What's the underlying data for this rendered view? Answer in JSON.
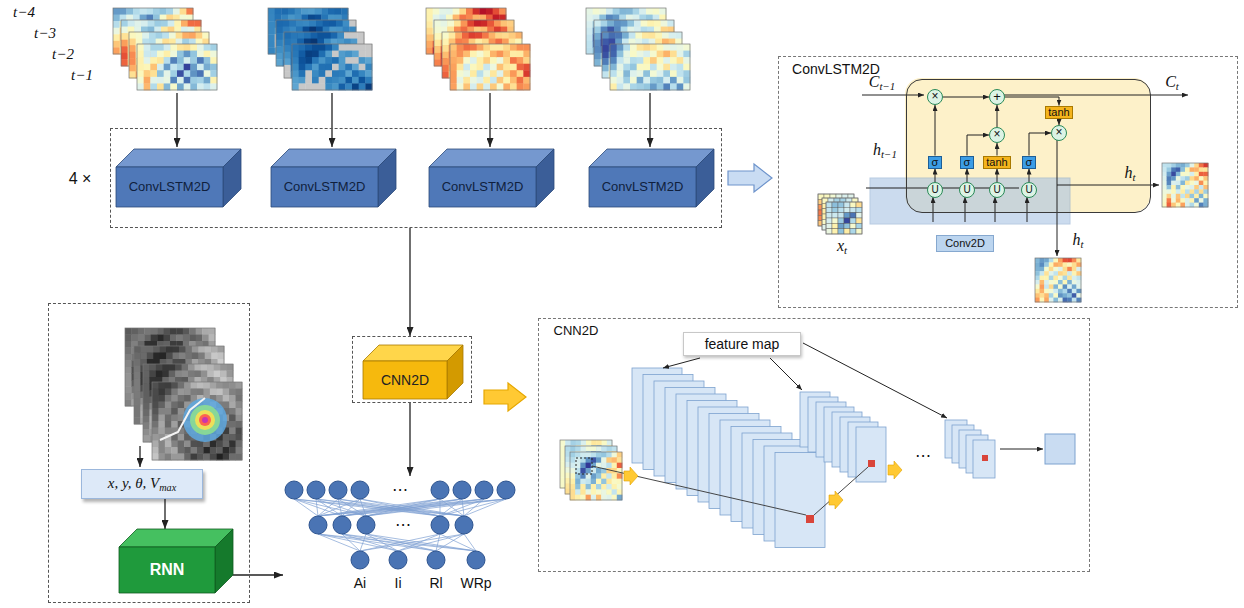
{
  "diagram": {
    "nodes": [
      {
        "text": [
          "4 ×"
        ]
      },
      {
        "text": [
          "ConvLSTM2D"
        ],
        "in": 0
      },
      {
        "text": [
          "ConvLSTM2D"
        ],
        "in": 0
      },
      {
        "text": [
          "ConvLSTM2D"
        ],
        "in": 0
      },
      {
        "text": [
          "ConvLSTM2D"
        ],
        "in": 0
      },
      {
        "text": [
          "ConvLSTM2D",
          "Ct−1",
          "Ct",
          "ht−1",
          "ht",
          "xt",
          "ht"
        ]
      },
      {
        "text": [],
        "in": 5
      },
      {
        "text": [
          "σ"
        ],
        "in": 6
      },
      {
        "text": [
          "σ"
        ],
        "in": 6
      },
      {
        "text": [
          "tanh"
        ],
        "in": 6
      },
      {
        "text": [
          "σ"
        ],
        "in": 6
      },
      {
        "text": [
          "tanh"
        ],
        "in": 6
      },
      {
        "text": [
          "×"
        ],
        "in": 6
      },
      {
        "text": [
          "+"
        ],
        "in": 6
      },
      {
        "text": [
          "×"
        ],
        "in": 6
      },
      {
        "text": [
          "×"
        ],
        "in": 6
      },
      {
        "text": [
          "U"
        ],
        "in": 6
      },
      {
        "text": [
          "U"
        ],
        "in": 6
      },
      {
        "text": [
          "U"
        ],
        "in": 6
      },
      {
        "text": [
          "U"
        ],
        "in": 6
      },
      {
        "text": [
          "Conv2D"
        ],
        "in": 5
      },
      {
        "text": []
      },
      {
        "text": [
          "x, y, θ, Vmax"
        ],
        "in": 21
      },
      {
        "text": [
          "RNN"
        ],
        "in": 21
      },
      {
        "text": [
          "CNN2D"
        ]
      },
      {
        "text": [
          "CNN2D",
          "feature map",
          "⋯"
        ]
      },
      {
        "text": [
          "⋯",
          "⋯",
          "Ai",
          "Ii",
          "Rl",
          "WRp"
        ]
      }
    ],
    "edges": [
      {
        "from": 0,
        "to": 5,
        "arrow": "to"
      },
      {
        "from": 0,
        "to": 24,
        "arrow": "to"
      },
      {
        "from": 24,
        "to": 25,
        "arrow": "to"
      },
      {
        "from": 24,
        "to": 26,
        "arrow": "to"
      },
      {
        "from": 22,
        "to": 23,
        "arrow": "to"
      },
      {
        "from": 23,
        "to": 26,
        "arrow": "to"
      },
      {
        "from": 16,
        "to": 7,
        "arrow": "to"
      },
      {
        "from": 17,
        "to": 8,
        "arrow": "to"
      },
      {
        "from": 18,
        "to": 9,
        "arrow": "to"
      },
      {
        "from": 19,
        "to": 10,
        "arrow": "to"
      },
      {
        "from": 7,
        "to": 12,
        "arrow": "to"
      },
      {
        "from": 8,
        "to": 14,
        "arrow": "to"
      },
      {
        "from": 9,
        "to": 14,
        "arrow": "to"
      },
      {
        "from": 14,
        "to": 13,
        "arrow": "to"
      },
      {
        "from": 12,
        "to": 13,
        "arrow": "to"
      },
      {
        "from": 10,
        "to": 15,
        "arrow": "to"
      },
      {
        "from": 11,
        "to": 15,
        "arrow": "to"
      },
      {
        "from": 13,
        "to": 11,
        "arrow": "to"
      }
    ],
    "labels": [
      "t−4",
      "t−3",
      "t−2",
      "t−1"
    ]
  }
}
